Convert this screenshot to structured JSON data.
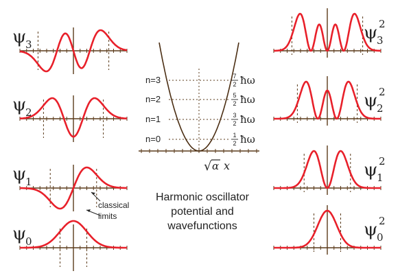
{
  "caption": {
    "line1": "Harmonic oscillator",
    "line2": "potential and",
    "line3": "wavefunctions"
  },
  "levels": [
    {
      "label": "n=0",
      "energy_num": "1",
      "energy_den": "2",
      "energy_unit": "ħω"
    },
    {
      "label": "n=1",
      "energy_num": "3",
      "energy_den": "2",
      "energy_unit": "ħω"
    },
    {
      "label": "n=2",
      "energy_num": "5",
      "energy_den": "2",
      "energy_unit": "ħω"
    },
    {
      "label": "n=3",
      "energy_num": "7",
      "energy_den": "2",
      "energy_unit": "ħω"
    }
  ],
  "potential_axis_label": {
    "root_symbol": "√",
    "alpha": "α",
    "x": "x"
  },
  "left_panels": [
    {
      "symbol": "ψ",
      "sub": "3",
      "n": 3
    },
    {
      "symbol": "ψ",
      "sub": "2",
      "n": 2
    },
    {
      "symbol": "ψ",
      "sub": "1",
      "n": 1
    },
    {
      "symbol": "ψ",
      "sub": "0",
      "n": 0
    }
  ],
  "right_panels": [
    {
      "symbol": "ψ",
      "sub": "3",
      "sup": "2",
      "n": 3
    },
    {
      "symbol": "ψ",
      "sub": "2",
      "sup": "2",
      "n": 2
    },
    {
      "symbol": "ψ",
      "sub": "1",
      "sup": "2",
      "n": 1
    },
    {
      "symbol": "ψ",
      "sub": "0",
      "sup": "2",
      "n": 0
    }
  ],
  "annotation": {
    "line1": "classical",
    "line2": "limits"
  },
  "colors": {
    "curve": "#e8202a",
    "axis": "#5a3a1a",
    "parabola": "#4a2d12",
    "dashed": "#5a3a1a",
    "text": "#222222"
  }
}
